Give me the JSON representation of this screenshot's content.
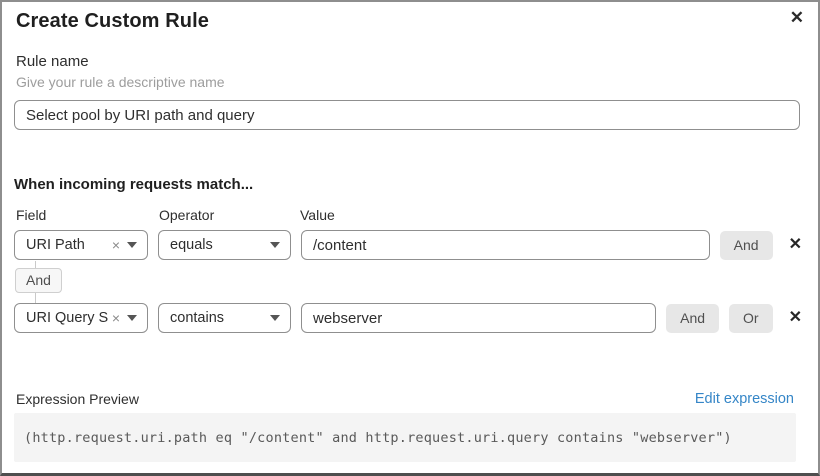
{
  "dialog": {
    "title": "Create Custom Rule"
  },
  "icons": {
    "close": "✕",
    "remove": "✕",
    "clear": "×"
  },
  "rule_name": {
    "label": "Rule name",
    "helper": "Give your rule a descriptive name",
    "value": "Select pool by URI path and query"
  },
  "match": {
    "heading": "When incoming requests match...",
    "columns": {
      "field": "Field",
      "operator": "Operator",
      "value": "Value"
    },
    "connector_label": "And",
    "rows": [
      {
        "field": "URI Path",
        "operator": "equals",
        "value": "/content",
        "buttons": {
          "and": "And"
        }
      },
      {
        "field": "URI Query St...",
        "operator": "contains",
        "value": "webserver",
        "buttons": {
          "and": "And",
          "or": "Or"
        }
      }
    ]
  },
  "expression": {
    "label": "Expression Preview",
    "edit_link": "Edit expression",
    "code": "(http.request.uri.path eq \"/content\" and http.request.uri.query contains \"webserver\")"
  },
  "colors": {
    "link_blue": "#3586c7",
    "code_bg": "#f4f4f4",
    "button_gray": "#e7e7e7",
    "border_gray": "#8f8f8f"
  }
}
